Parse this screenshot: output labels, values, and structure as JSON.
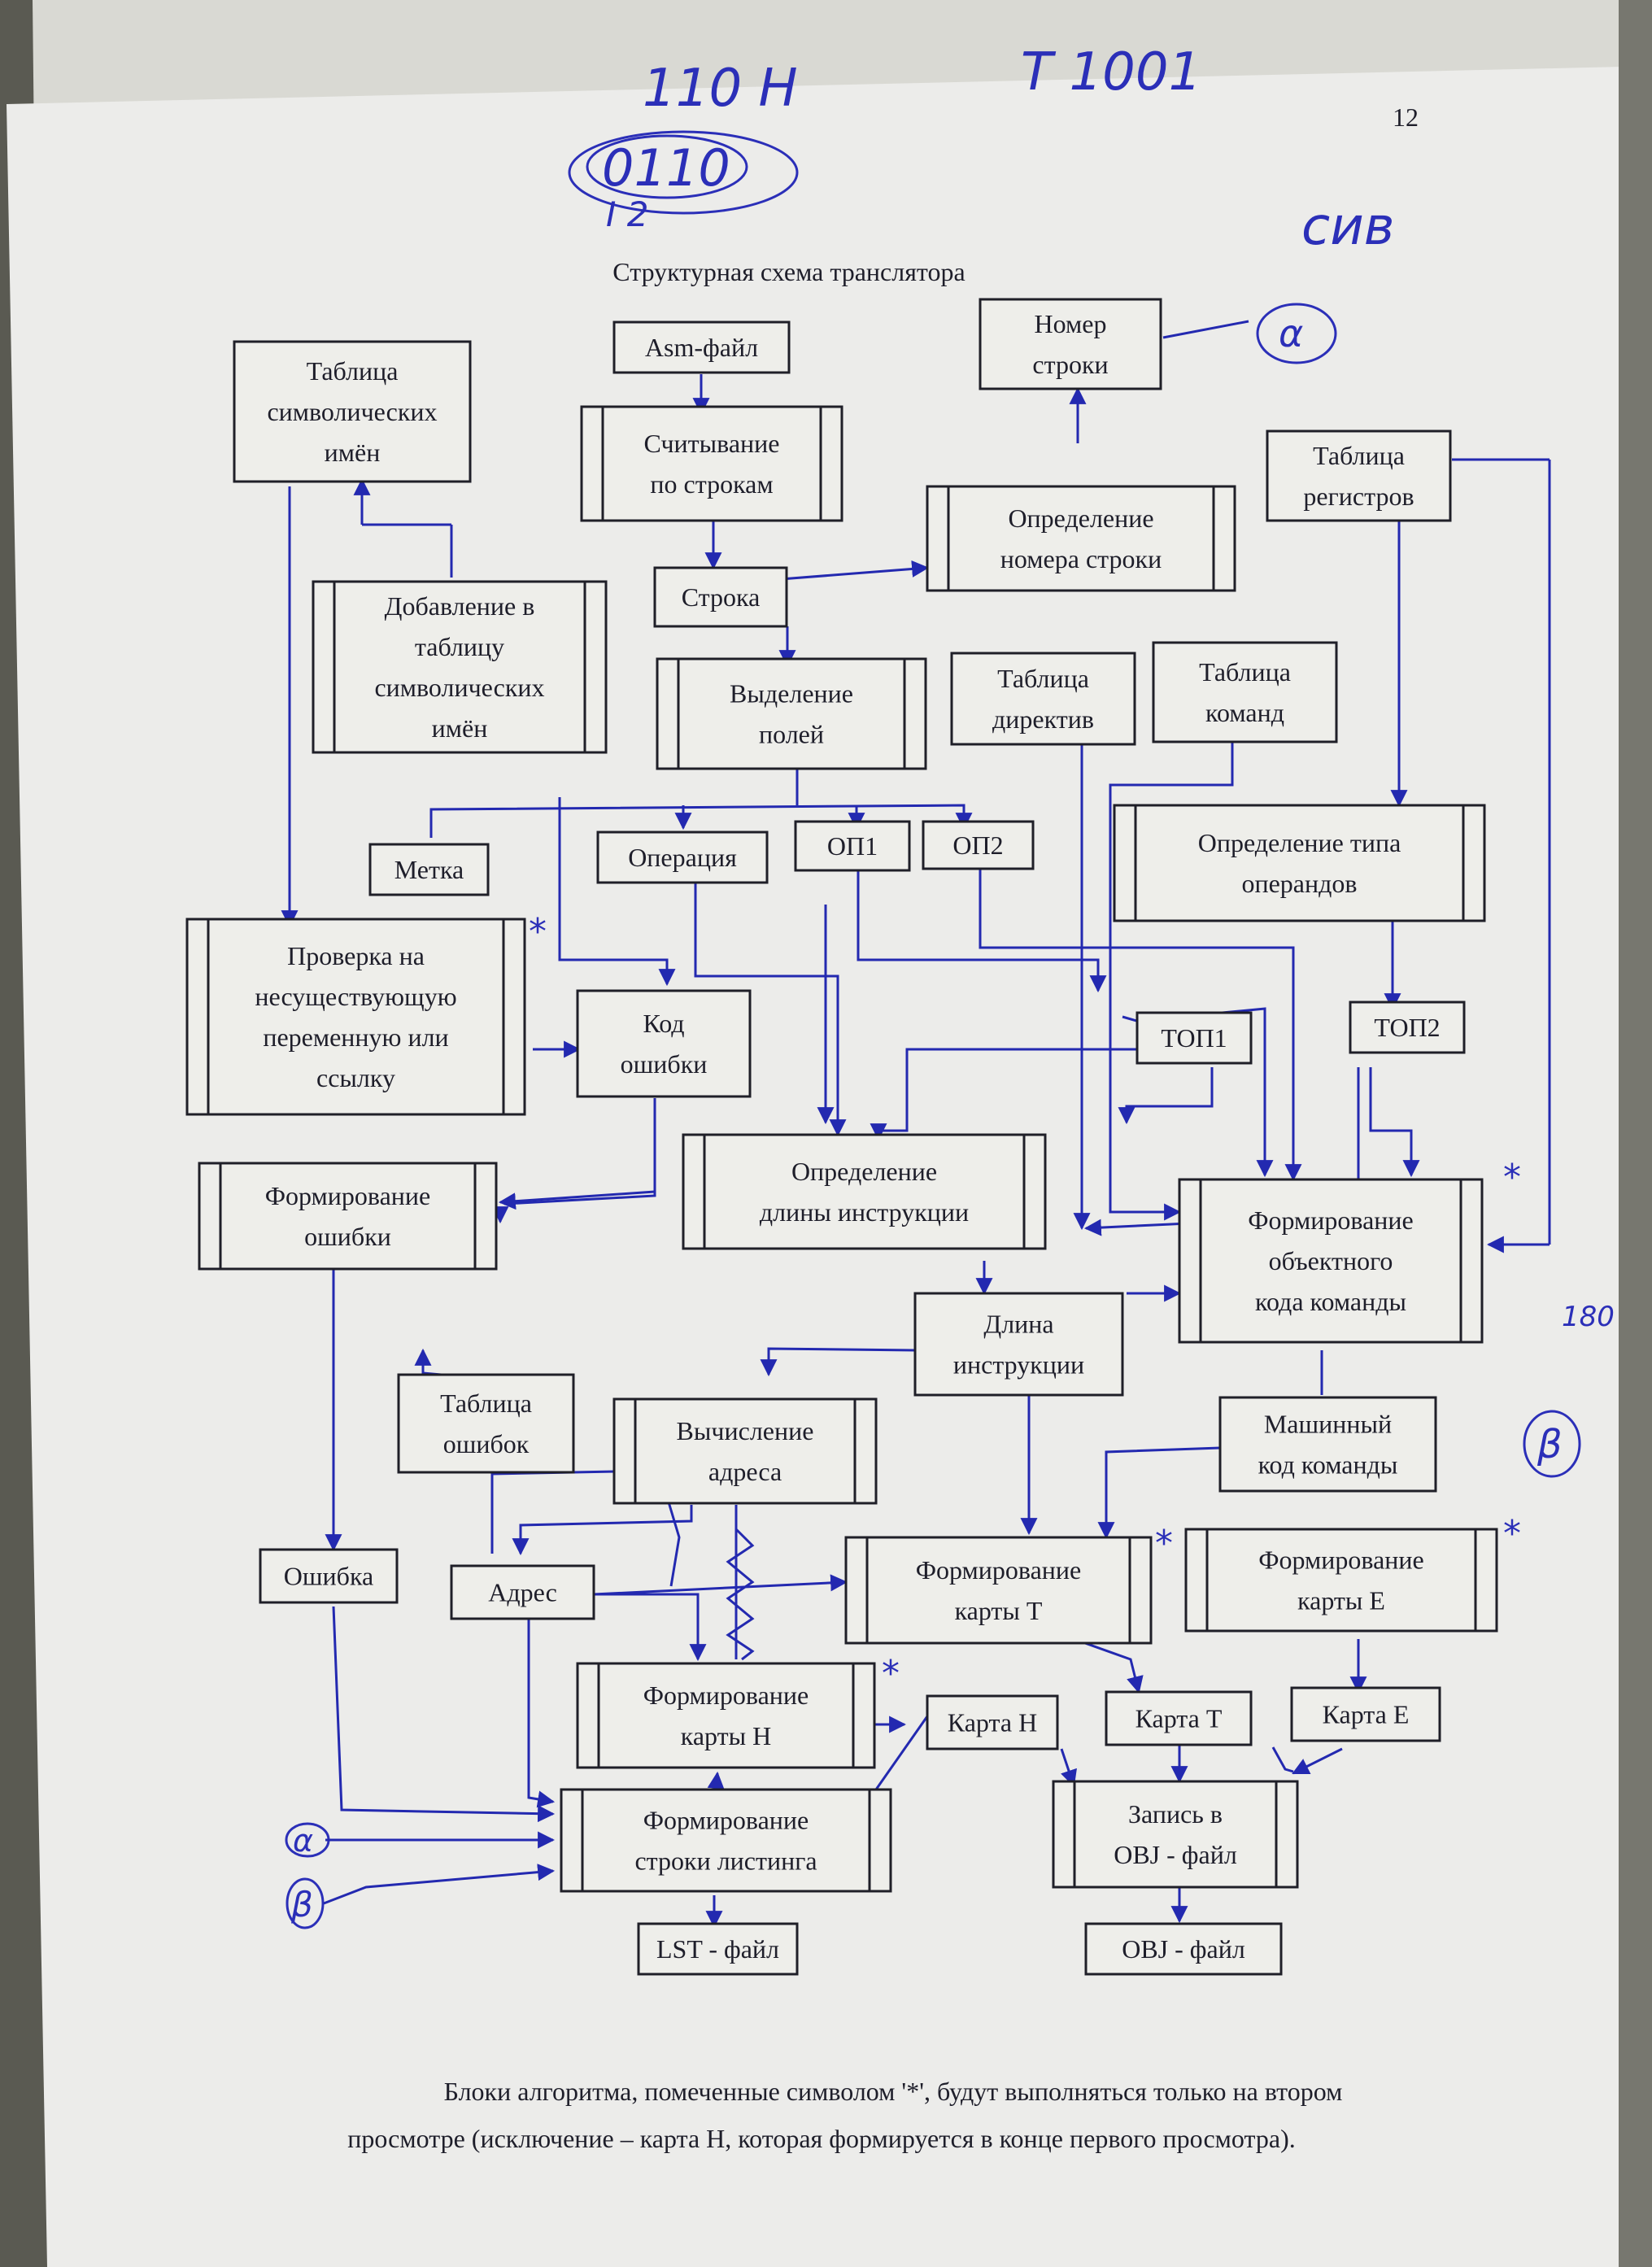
{
  "page": {
    "number": "12",
    "title": "Структурная схема транслятора",
    "footnote_line1": "Блоки алгоритма, помеченные символом '*', будут выполняться только на втором",
    "footnote_line2": "просмотре (исключение – карта Н, которая формируется в конце первого просмотра)."
  },
  "handwriting": {
    "top_code_1": "110 Н",
    "top_code_2": "0110",
    "top_code_3": "I  2",
    "top_right": "Т 1001",
    "signature": "сив",
    "alpha": "α",
    "beta": "β",
    "margin_note": "180",
    "star": "*"
  },
  "blocks": {
    "symbol_table": [
      "Таблица",
      "символических",
      "имён"
    ],
    "asm_file": [
      "Asm-файл"
    ],
    "line_number": [
      "Номер",
      "строки"
    ],
    "read_lines": [
      "Считывание",
      "по строкам"
    ],
    "define_line_number": [
      "Определение",
      "номера строки"
    ],
    "register_table": [
      "Таблица",
      "регистров"
    ],
    "add_to_symbol_table": [
      "Добавление в",
      "таблицу",
      "символических",
      "имён"
    ],
    "line": [
      "Строка"
    ],
    "extract_fields": [
      "Выделение",
      "полей"
    ],
    "directive_table": [
      "Таблица",
      "директив"
    ],
    "command_table": [
      "Таблица",
      "команд"
    ],
    "label": [
      "Метка"
    ],
    "operation": [
      "Операция"
    ],
    "op1": [
      "ОП1"
    ],
    "op2": [
      "ОП2"
    ],
    "operand_type": [
      "Определение типа",
      "операндов"
    ],
    "check_undefined": [
      "Проверка на",
      "несуществующую",
      "переменную или",
      "ссылку"
    ],
    "error_code": [
      "Код",
      "ошибки"
    ],
    "top1": [
      "ТОП1"
    ],
    "top2": [
      "ТОП2"
    ],
    "error_forming": [
      "Формирование",
      "ошибки"
    ],
    "instr_length_def": [
      "Определение",
      "длины инструкции"
    ],
    "object_code": [
      "Формирование",
      "объектного",
      "кода команды"
    ],
    "instr_length": [
      "Длина",
      "инструкции"
    ],
    "error_table": [
      "Таблица",
      "ошибок"
    ],
    "address_calc": [
      "Вычисление",
      "адреса"
    ],
    "machine_code": [
      "Машинный",
      "код команды"
    ],
    "error": [
      "Ошибка"
    ],
    "address": [
      "Адрес"
    ],
    "t_card_forming": [
      "Формирование",
      "карты Т"
    ],
    "e_card_forming": [
      "Формирование",
      "карты Е"
    ],
    "h_card_forming": [
      "Формирование",
      "карты Н"
    ],
    "h_card": [
      "Карта Н"
    ],
    "t_card": [
      "Карта Т"
    ],
    "e_card": [
      "Карта Е"
    ],
    "listing_forming": [
      "Формирование",
      "строки листинга"
    ],
    "obj_write": [
      "Запись в",
      "OBJ - файл"
    ],
    "lst_file": [
      "LST - файл"
    ],
    "obj_file": [
      "OBJ - файл"
    ]
  }
}
